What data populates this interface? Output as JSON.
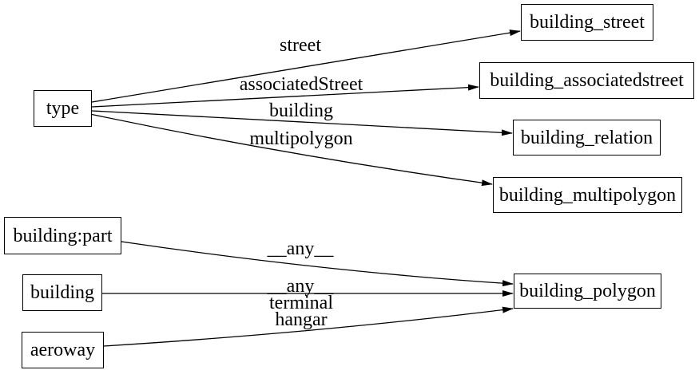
{
  "diagram": {
    "background_color": "#ffffff",
    "edge_color": "#000000",
    "node_border_color": "#000000",
    "text_color": "#000000",
    "nodes": [
      {
        "id": "type",
        "label": "type"
      },
      {
        "id": "building_street",
        "label": "building_street"
      },
      {
        "id": "building_associatedstreet",
        "label": "building_associatedstreet"
      },
      {
        "id": "building_relation",
        "label": "building_relation"
      },
      {
        "id": "building_multipolygon",
        "label": "building_multipolygon"
      },
      {
        "id": "building:part",
        "label": "building:part"
      },
      {
        "id": "building",
        "label": "building"
      },
      {
        "id": "aeroway",
        "label": "aeroway"
      },
      {
        "id": "building_polygon",
        "label": "building_polygon"
      }
    ],
    "edges": [
      {
        "from": "type",
        "to": "building_street",
        "label": "street"
      },
      {
        "from": "type",
        "to": "building_associatedstreet",
        "label": "associatedStreet"
      },
      {
        "from": "type",
        "to": "building_relation",
        "label": "building"
      },
      {
        "from": "type",
        "to": "building_multipolygon",
        "label": "multipolygon"
      },
      {
        "from": "building:part",
        "to": "building_polygon",
        "label": "__any__"
      },
      {
        "from": "building",
        "to": "building_polygon",
        "label": "__any__"
      },
      {
        "from": "aeroway",
        "to": "building_polygon",
        "label_lines": [
          "terminal",
          "hangar"
        ]
      }
    ]
  }
}
